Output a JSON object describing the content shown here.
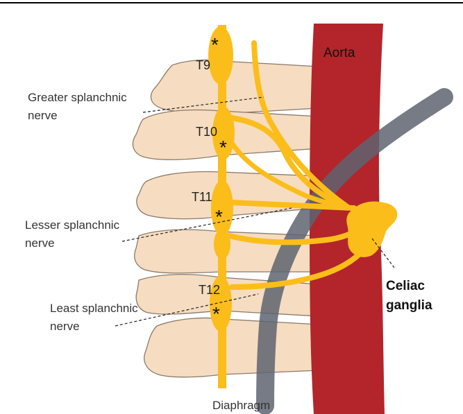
{
  "labels": {
    "aorta": "Aorta",
    "greater_line1": "Greater splanchnic",
    "greater_line2": "nerve",
    "lesser_line1": "Lesser splanchnic",
    "lesser_line2": "nerve",
    "least_line1": "Least splanchnic",
    "least_line2": "nerve",
    "celiac_line1": "Celiac",
    "celiac_line2": "ganglia",
    "diaphragm": "Diaphragm"
  },
  "vertebrae": [
    "T9",
    "T10",
    "T11",
    "T12"
  ],
  "asterisk": "*",
  "colors": {
    "bone": "#f6dcc0",
    "bone_outline": "#8a7a6a",
    "nerve": "#fbbd1a",
    "aorta": "#b3252a",
    "diaphragm": "#5e6470",
    "rule": "#000000"
  }
}
